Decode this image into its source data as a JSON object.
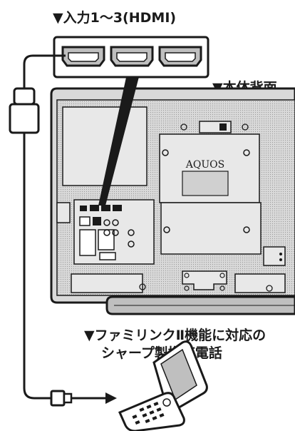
{
  "labels": {
    "hdmi_inputs": "▼入力1〜3(HDMI)",
    "tv_rear": "▼本体背面",
    "phone_line1": "▼ファミリンクⅡ機能に対応の",
    "phone_line2": "シャープ製携帯電話"
  },
  "tv_brand": "AQUOS",
  "colors": {
    "outline": "#1a1a1a",
    "panel": "#d9d9d9",
    "panel_light": "#e8e8e8",
    "port": "#bfbfbf",
    "background": "#ffffff"
  }
}
